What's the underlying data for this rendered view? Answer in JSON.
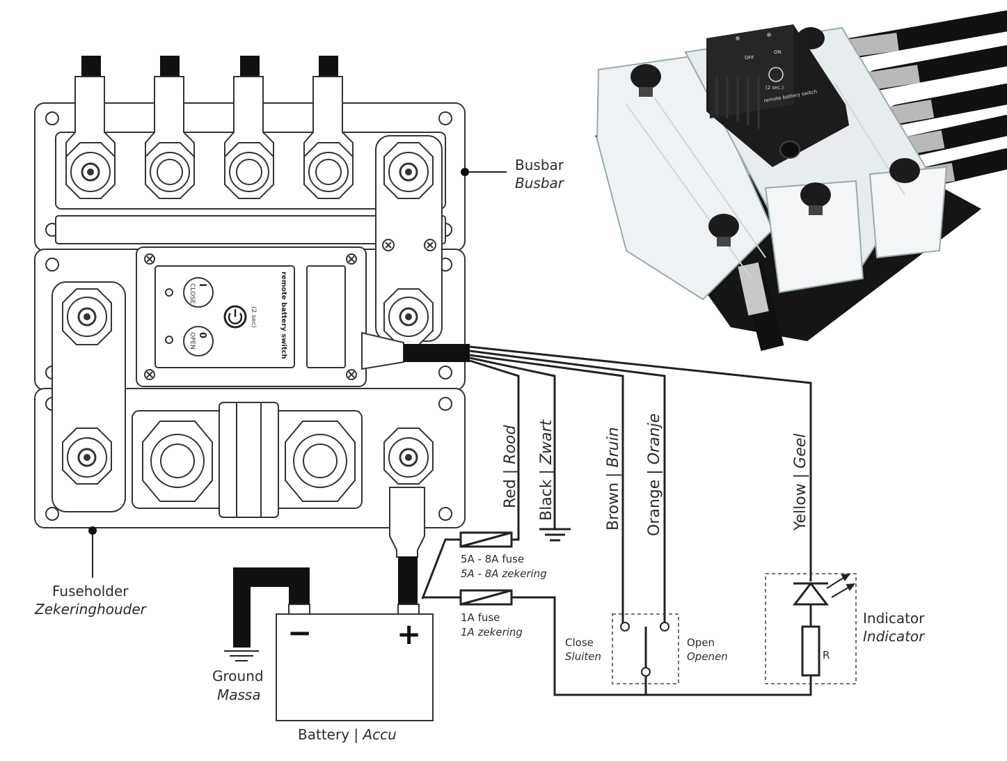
{
  "labels": {
    "busbar_en": "Busbar",
    "busbar_nl": "Busbar",
    "fuseholder_en": "Fuseholder",
    "fuseholder_nl": "Zekeringhouder",
    "ground_en": "Ground",
    "ground_nl": "Massa",
    "battery_en": "Battery",
    "battery_sep": "|",
    "battery_nl": "Accu",
    "fuse_big_en": "5A - 8A fuse",
    "fuse_big_nl": "5A - 8A zekering",
    "fuse_small_en": "1A fuse",
    "fuse_small_nl": "1A zekering",
    "close_en": "Close",
    "close_nl": "Sluiten",
    "open_en": "Open",
    "open_nl": "Openen",
    "indicator_en": "Indicator",
    "indicator_nl": "Indicator",
    "resistor": "R",
    "battery_minus": "−",
    "battery_plus": "+"
  },
  "wires": [
    {
      "en": "Red",
      "nl": "Rood"
    },
    {
      "en": "Black",
      "nl": "Zwart"
    },
    {
      "en": "Brown",
      "nl": "Bruin"
    },
    {
      "en": "Orange",
      "nl": "Oranje"
    },
    {
      "en": "Yellow",
      "nl": "Geel"
    }
  ],
  "wire_separator": "|",
  "switch_panel": {
    "brand": "remote battery switch",
    "close_symbol": "I",
    "close_label": "CLOSE",
    "open_symbol": "0",
    "open_label": "OPEN",
    "hold_text": "(2 sec)"
  },
  "photo_panel": {
    "off_label": "OFF",
    "on_label": "ON",
    "hold_text": "(2 sec.)",
    "brand": "remote battery switch"
  },
  "colors": {
    "line": "#2b2b2b",
    "cable": "#1a1a1a",
    "device_body": "#1c1c1c"
  }
}
